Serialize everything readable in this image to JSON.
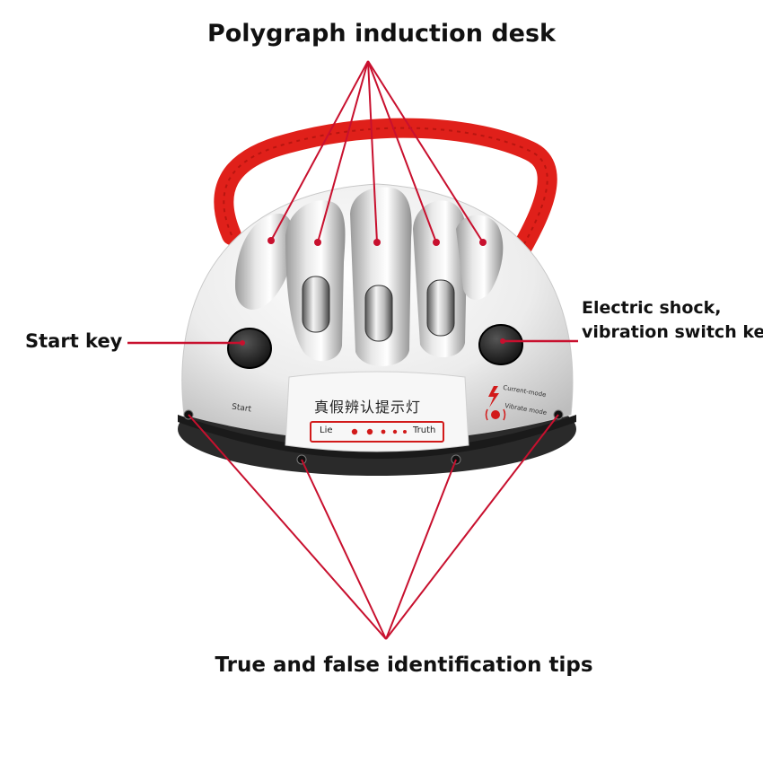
{
  "title": "Polygraph induction desk",
  "left_callout": "Start key",
  "right_callout": {
    "line1": "Electric shock,",
    "line2": "vibration switch key"
  },
  "bottom_callout": "True and false identification tips",
  "device": {
    "panel_chinese": "真假辨认提示灯",
    "lie_label": "Lie",
    "truth_label": "Truth",
    "start_label": "Start",
    "current_mode_label": "Current-mode",
    "vibrate_mode_label": "Vibrate mode"
  },
  "colors": {
    "strap": "#e0201a",
    "pointer_lines": "#c8102e",
    "body": "#f2f2f2",
    "base": "#2a2a2a",
    "indicator": "#d21a1a"
  }
}
